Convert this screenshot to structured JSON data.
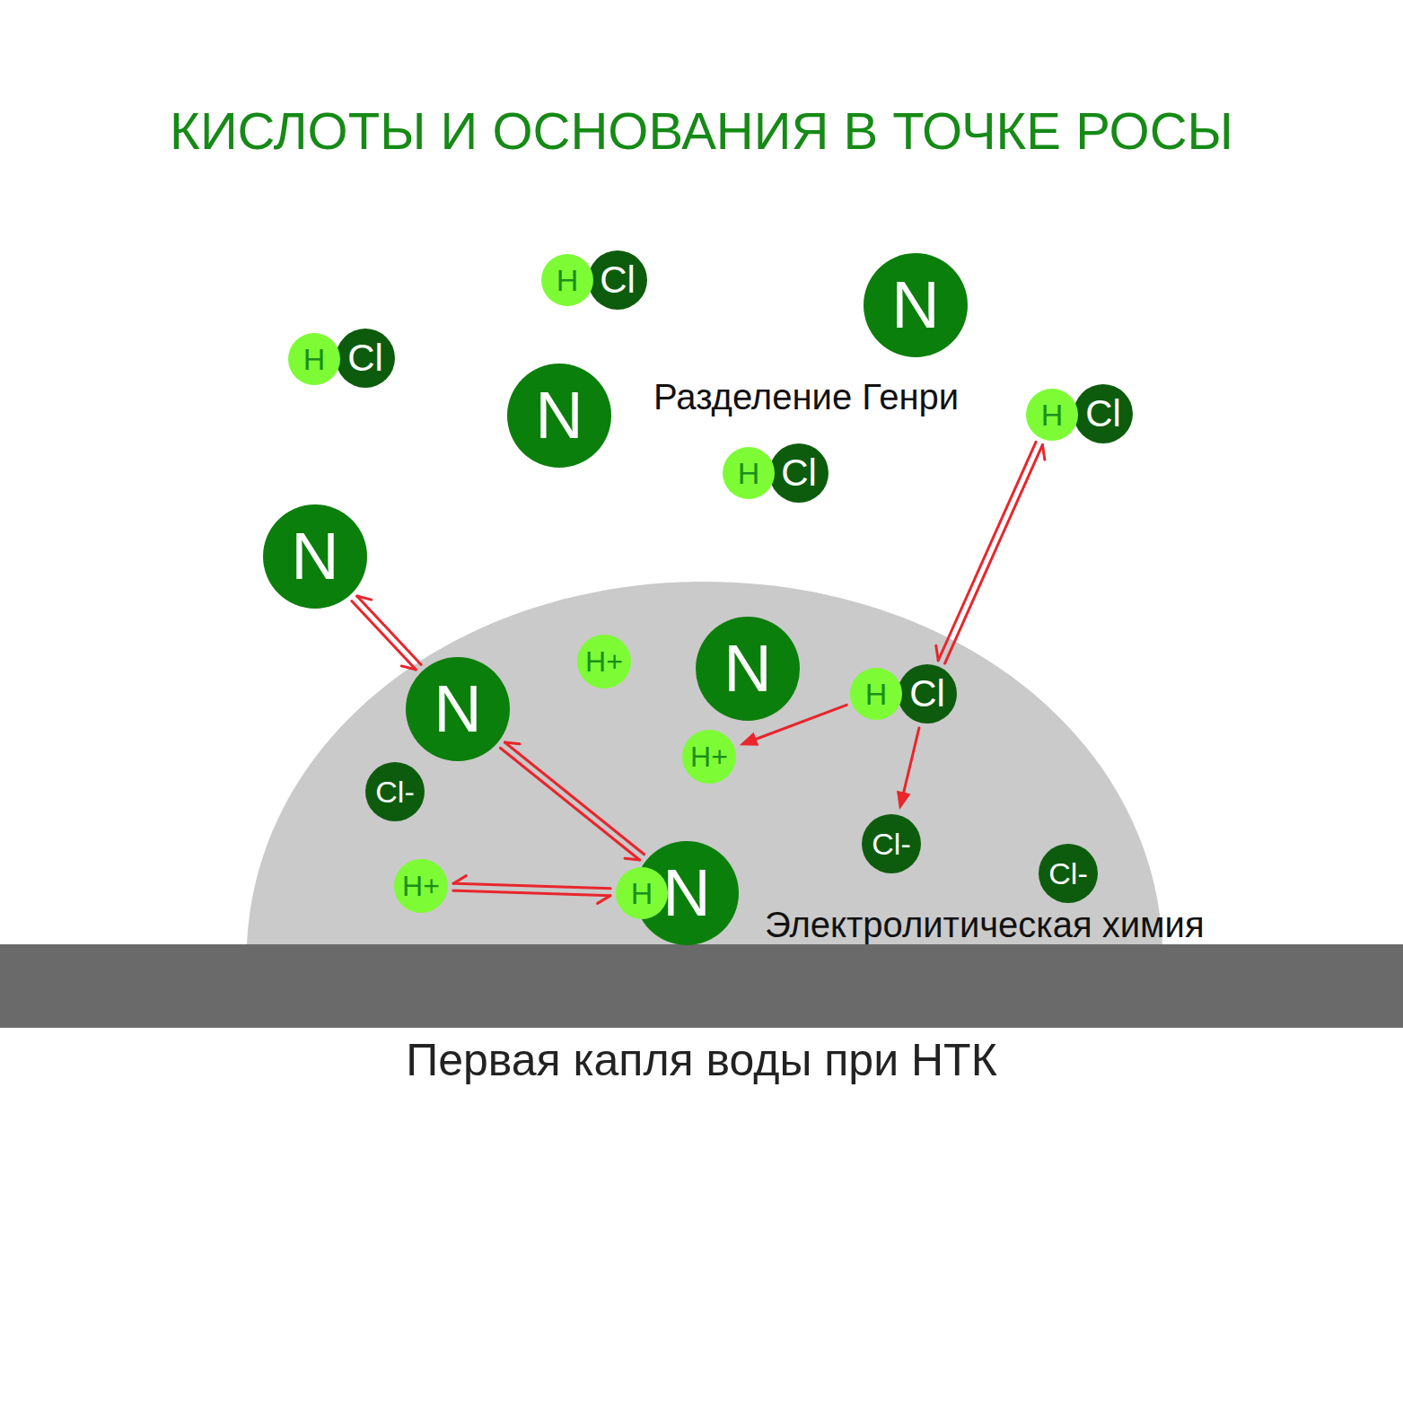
{
  "diagram": {
    "title": "КИСЛОТЫ И ОСНОВАНИЯ В ТОЧКЕ РОСЫ",
    "caption": "Первая капля воды при НТК",
    "nodes": [
      {
        "text": [
          "H"
        ]
      },
      {
        "text": [
          "Cl"
        ]
      },
      {
        "text": [
          "N"
        ]
      },
      {
        "text": [
          "H"
        ]
      },
      {
        "text": [
          "Cl"
        ]
      },
      {
        "text": [
          "N"
        ]
      },
      {
        "text": [
          "H"
        ]
      },
      {
        "text": [
          "Cl"
        ]
      },
      {
        "text": [
          "H"
        ]
      },
      {
        "text": [
          "Cl"
        ]
      },
      {
        "text": [
          "N"
        ]
      },
      {
        "text": [
          "H+"
        ]
      },
      {
        "text": [
          "N"
        ]
      },
      {
        "text": [
          "N"
        ]
      },
      {
        "text": [
          "H"
        ]
      },
      {
        "text": [
          "Cl"
        ]
      },
      {
        "text": [
          "H+"
        ]
      },
      {
        "text": [
          "Cl-"
        ]
      },
      {
        "text": [
          "Cl-"
        ]
      },
      {
        "text": [
          "Cl-"
        ]
      },
      {
        "text": [
          "H+"
        ]
      },
      {
        "text": [
          "H"
        ]
      },
      {
        "text": [
          "N"
        ]
      }
    ],
    "edges": [
      {
        "from": 10,
        "to": 13,
        "arrow": "both"
      },
      {
        "from": 13,
        "to": 22,
        "arrow": "both"
      },
      {
        "from": 20,
        "to": 21,
        "arrow": "both"
      },
      {
        "from": 6,
        "to": 15,
        "arrow": "both"
      },
      {
        "from": 14,
        "to": 16,
        "arrow": "to"
      },
      {
        "from": 15,
        "to": 18,
        "arrow": "to"
      }
    ],
    "labels": [
      "Разделение Генри",
      "Электролитическая химия"
    ]
  }
}
